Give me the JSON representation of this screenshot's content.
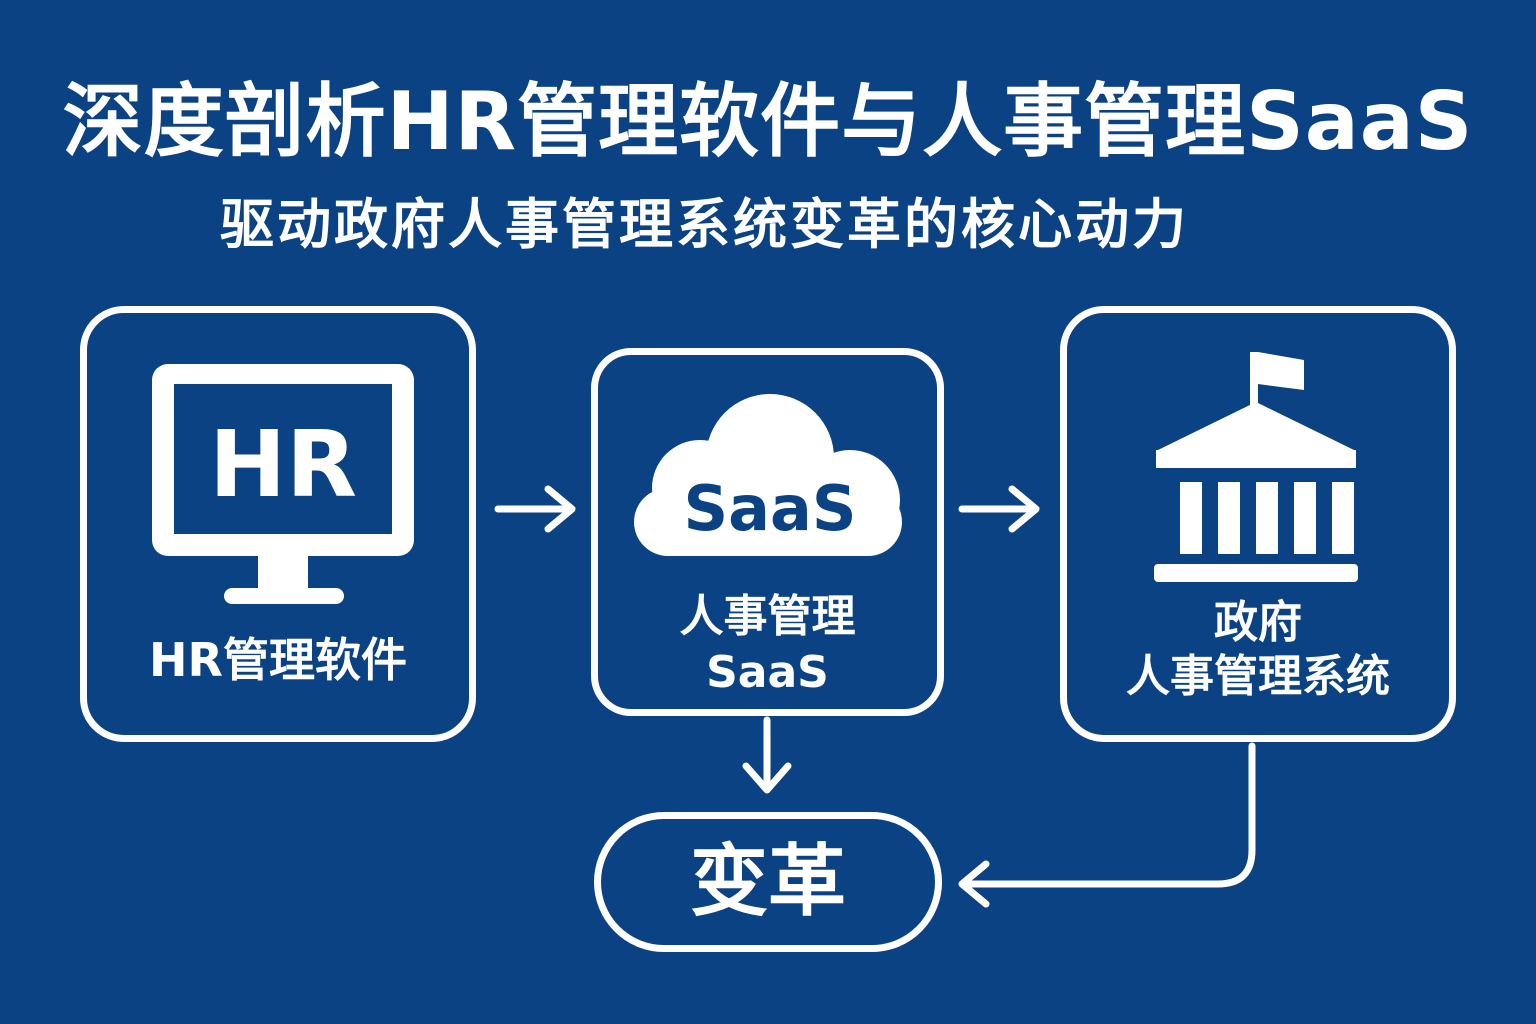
{
  "header": {
    "title": "深度剖析HR管理软件与人事管理SaaS",
    "subtitle": "驱动政府人事管理系统变革的核心动力"
  },
  "nodes": {
    "hr_software": {
      "icon": "monitor-icon",
      "icon_text": "HR",
      "label": "HR管理软件"
    },
    "saas": {
      "icon": "cloud-icon",
      "icon_text": "SaaS",
      "label_line1": "人事管理",
      "label_line2": "SaaS"
    },
    "government": {
      "icon": "government-building-icon",
      "label_line1": "政府",
      "label_line2": "人事管理系统"
    },
    "change": {
      "label": "变革"
    }
  },
  "colors": {
    "background": "#0b4283",
    "foreground": "#ffffff"
  }
}
